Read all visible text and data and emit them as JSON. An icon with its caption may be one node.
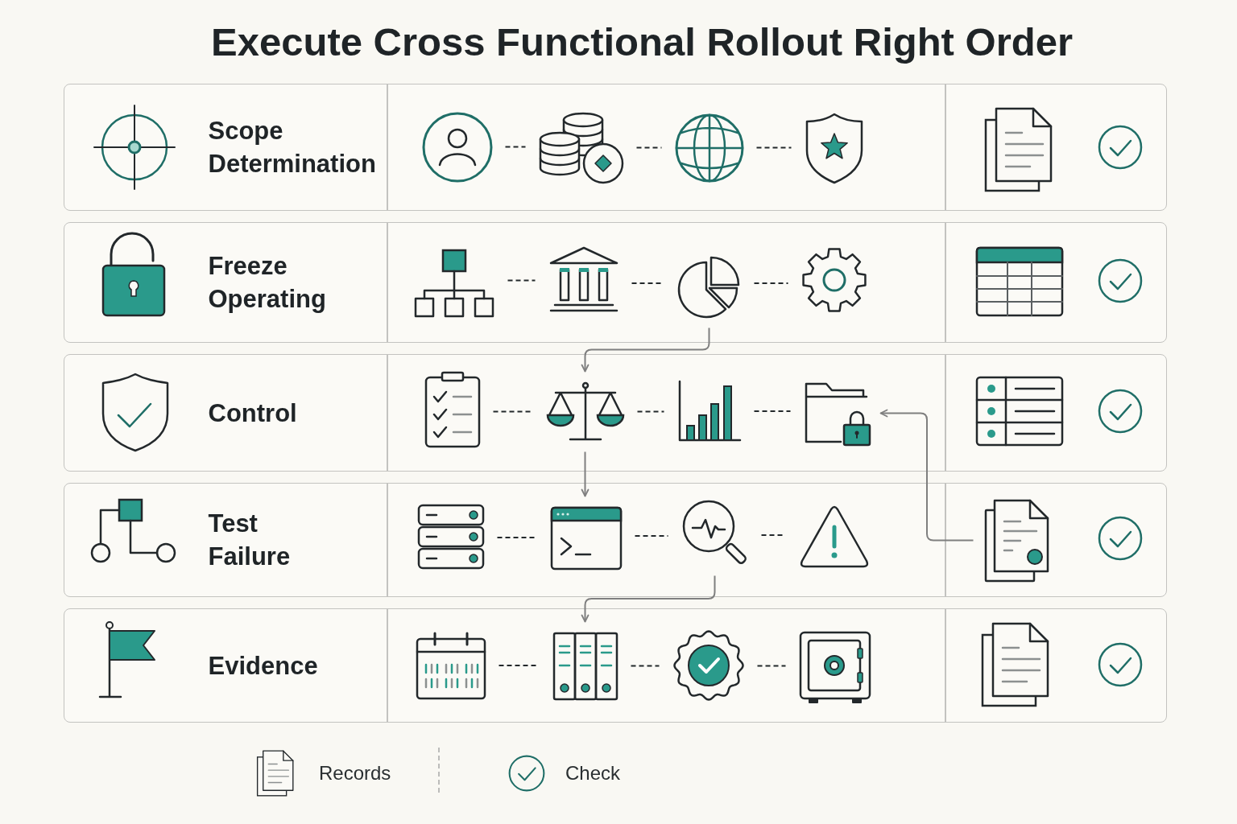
{
  "diagram": {
    "title": "Execute Cross Functional Rollout Right Order",
    "nodes": [
      {
        "text": [
          "Scope Determination"
        ]
      },
      {
        "text": [],
        "shape": "picture",
        "in": 0
      },
      {
        "text": [],
        "shape": "picture",
        "in": 0
      },
      {
        "text": [],
        "shape": "picture",
        "in": 0
      },
      {
        "text": [],
        "shape": "picture",
        "in": 0
      },
      {
        "text": [
          "Freeze Operating"
        ]
      },
      {
        "text": [],
        "shape": "picture",
        "in": 5
      },
      {
        "text": [],
        "shape": "picture",
        "in": 5
      },
      {
        "text": [],
        "shape": "picture",
        "in": 5
      },
      {
        "text": [],
        "shape": "picture",
        "in": 5
      },
      {
        "text": [
          "Control"
        ]
      },
      {
        "text": [],
        "shape": "picture",
        "in": 10
      },
      {
        "text": [],
        "shape": "picture",
        "in": 10
      },
      {
        "text": [],
        "shape": "picture",
        "in": 10
      },
      {
        "text": [],
        "shape": "picture",
        "in": 10
      },
      {
        "text": [
          "Test Failure"
        ]
      },
      {
        "text": [],
        "shape": "picture",
        "in": 15
      },
      {
        "text": [],
        "shape": "picture",
        "in": 15
      },
      {
        "text": [],
        "shape": "picture",
        "in": 15
      },
      {
        "text": [],
        "shape": "picture",
        "in": 15
      },
      {
        "text": [],
        "shape": "picture",
        "in": 15
      },
      {
        "text": [
          "Evidence"
        ]
      },
      {
        "text": [],
        "shape": "picture",
        "in": 21
      },
      {
        "text": [],
        "shape": "picture",
        "in": 21
      },
      {
        "text": [],
        "shape": "picture",
        "in": 21
      },
      {
        "text": [],
        "shape": "picture",
        "in": 21
      }
    ],
    "edges": [
      {
        "from": 1,
        "to": 2,
        "arrow": "none",
        "style": "dashed"
      },
      {
        "from": 2,
        "to": 3,
        "arrow": "none",
        "style": "dashed"
      },
      {
        "from": 3,
        "to": 4,
        "arrow": "none",
        "style": "dashed"
      },
      {
        "from": 6,
        "to": 7,
        "arrow": "none",
        "style": "dashed"
      },
      {
        "from": 7,
        "to": 8,
        "arrow": "none",
        "style": "dashed"
      },
      {
        "from": 8,
        "to": 9,
        "arrow": "none",
        "style": "dashed"
      },
      {
        "from": 8,
        "to": 12,
        "arrow": "to",
        "color": "#7f7f7f"
      },
      {
        "from": 11,
        "to": 12,
        "arrow": "none",
        "style": "dashed"
      },
      {
        "from": 12,
        "to": 13,
        "arrow": "none",
        "style": "dashed"
      },
      {
        "from": 13,
        "to": 14,
        "arrow": "none",
        "style": "dashed"
      },
      {
        "from": 20,
        "to": 14,
        "arrow": "to",
        "color": "#7f7f7f"
      },
      {
        "from": 12,
        "to": 17,
        "arrow": "to",
        "color": "#7f7f7f"
      },
      {
        "from": 16,
        "to": 17,
        "arrow": "none",
        "style": "dashed"
      },
      {
        "from": 17,
        "to": 18,
        "arrow": "none",
        "style": "dashed"
      },
      {
        "from": 18,
        "to": 19,
        "arrow": "none",
        "style": "dashed"
      },
      {
        "from": 18,
        "to": 23,
        "arrow": "to",
        "color": "#7f7f7f"
      },
      {
        "from": 22,
        "to": 23,
        "arrow": "none",
        "style": "dashed"
      },
      {
        "from": 23,
        "to": 24,
        "arrow": "none",
        "style": "dashed"
      },
      {
        "from": 24,
        "to": 25,
        "arrow": "none",
        "style": "dashed"
      }
    ],
    "legend": [
      {
        "text": "Records"
      },
      {
        "text": "Check"
      }
    ]
  }
}
